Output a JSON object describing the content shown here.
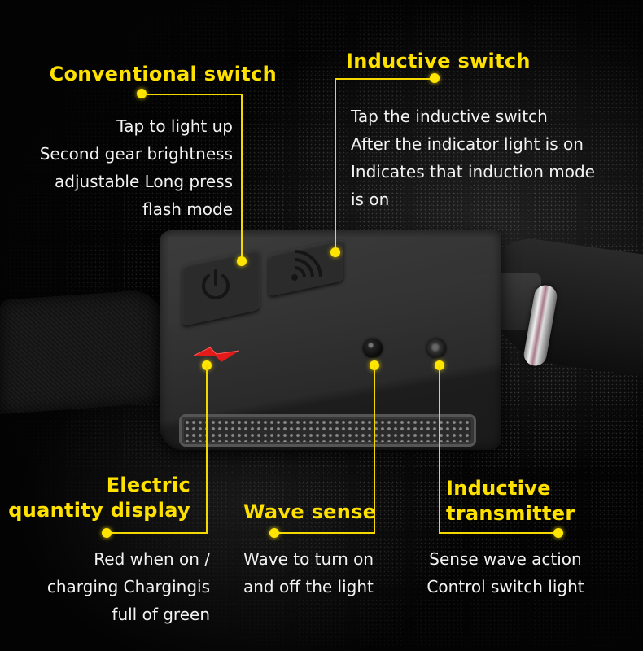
{
  "colors": {
    "accent_yellow": "#ffe100",
    "text_white": "#f2f2f2",
    "background": "#030303",
    "indicator_red": "#e21a1a"
  },
  "callouts": {
    "conventional_switch": {
      "title": "Conventional switch",
      "lines": [
        "Tap to light up",
        "Second gear brightness",
        "adjustable Long press",
        "flash mode"
      ]
    },
    "inductive_switch": {
      "title": "Inductive switch",
      "lines": [
        "Tap the inductive switch",
        "After the indicator light is on",
        "Indicates that induction mode",
        "is on"
      ]
    },
    "electric_quantity_display": {
      "title_line1": "Electric",
      "title_line2": "quantity display",
      "lines": [
        "Red when on /",
        "charging Chargingis",
        "full of green"
      ]
    },
    "wave_sense": {
      "title": "Wave sense",
      "lines": [
        "Wave to turn on",
        "and off the light"
      ]
    },
    "inductive_transmitter": {
      "title_line1": "Inductive",
      "title_line2": "transmitter",
      "lines": [
        "Sense wave action",
        "Control switch light"
      ]
    }
  },
  "device": {
    "icons": [
      "power-icon",
      "wireless-wave-icon",
      "lightning-bolt-indicator-icon"
    ]
  }
}
